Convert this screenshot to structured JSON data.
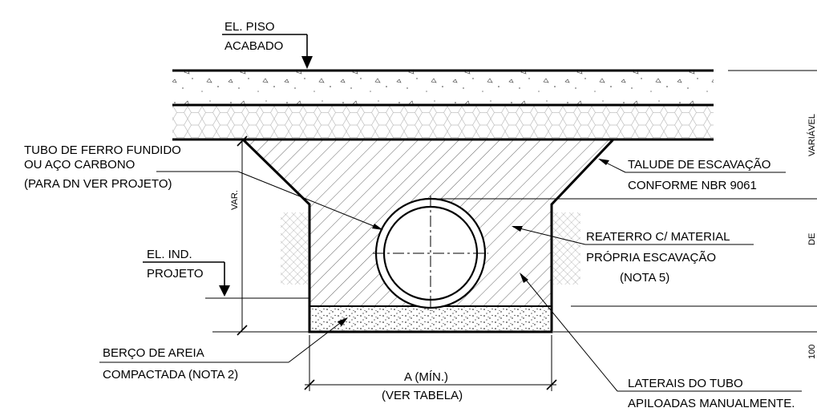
{
  "labels": {
    "el_piso_1": "EL. PISO",
    "el_piso_2": "ACABADO",
    "tubo_1": "TUBO DE FERRO FUNDIDO",
    "tubo_2": "OU AÇO CARBONO",
    "tubo_3": "(PARA DN VER PROJETO)",
    "talude_1": "TALUDE DE ESCAVAÇÃO",
    "talude_2": "CONFORME NBR 9061",
    "var": "VAR.",
    "reaterro_1": "REATERRO C/ MATERIAL",
    "reaterro_2": "PRÓPRIA ESCAVAÇÃO",
    "reaterro_3": "(NOTA 5)",
    "el_ind_1": "EL. IND.",
    "el_ind_2": "PROJETO",
    "berco_1": "BERÇO DE AREIA",
    "berco_2": "COMPACTADA (NOTA 2)",
    "dim_a_1": "A (MÍN.)",
    "dim_a_2": "(VER TABELA)",
    "laterais_1": "LATERAIS DO TUBO",
    "laterais_2": "APILOADAS MANUALMENTE.",
    "right_1": "VARIÁVEL",
    "right_2": "DE",
    "right_3": "100"
  }
}
